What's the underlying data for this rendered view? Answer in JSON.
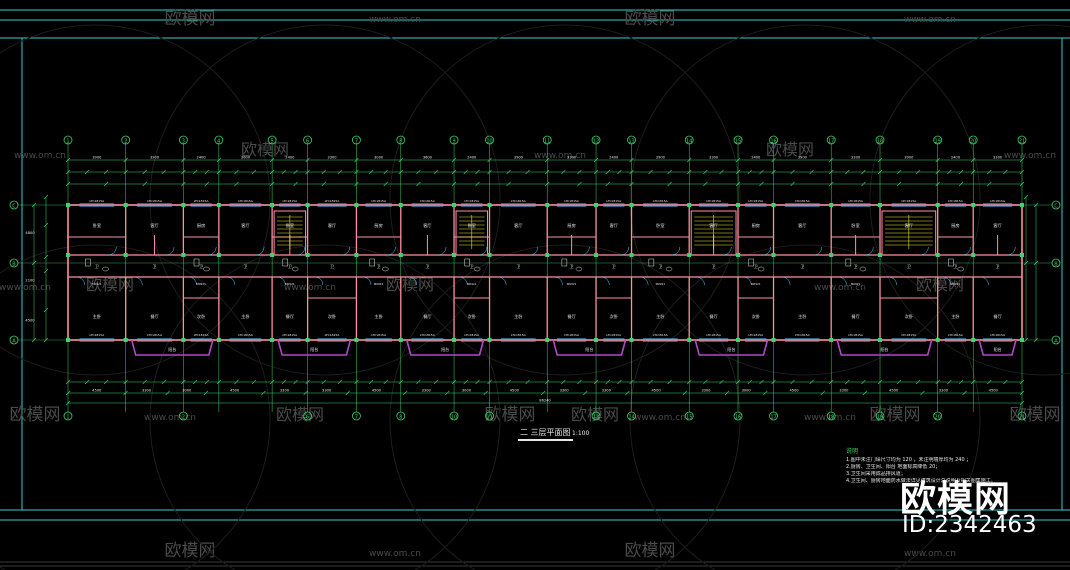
{
  "drawing": {
    "plan_title": "二 三层平面图",
    "plan_scale": "1:100",
    "total_length": "86240",
    "axis_top": [
      "1",
      "2",
      "3",
      "4",
      "5",
      "6",
      "7",
      "8",
      "9",
      "10",
      "11",
      "12",
      "13",
      "14",
      "15",
      "16",
      "17",
      "18",
      "19",
      "20",
      "21"
    ],
    "axis_bottom": [
      "1",
      "2",
      "6",
      "7",
      "8",
      "10",
      "11",
      "13",
      "14",
      "15",
      "16",
      "17",
      "18",
      "19",
      "20",
      "21"
    ],
    "row_axes": [
      "C",
      "B",
      "A"
    ],
    "row_dims_left": [
      "4800",
      "2100",
      "4500"
    ],
    "top_dims": [
      "3900",
      "3900",
      "2400",
      "3600",
      "2400",
      "3300",
      "3000",
      "3600",
      "2400",
      "3900",
      "3300",
      "2400",
      "3900",
      "3300",
      "2400",
      "3900",
      "3300",
      "3900",
      "2400",
      "3300"
    ],
    "bottom_dims": [
      "4500",
      "3300",
      "3000",
      "4500",
      "3300",
      "3300",
      "4500",
      "3300",
      "3000",
      "4500",
      "3300",
      "3300",
      "4500",
      "3300",
      "3000",
      "4500",
      "3300",
      "4500",
      "3300",
      "4500"
    ],
    "window_code": "LTC1815A",
    "door_code": "M0921",
    "room_labels": [
      "卧室",
      "客厅",
      "厨房",
      "卫",
      "主卧",
      "阳台",
      "餐厅",
      "次卧"
    ]
  },
  "notes": {
    "title": "说明",
    "lines": [
      "1.图中未注门垛尺寸均为  120 ，未注明墙厚均为  240 ；",
      "2.厨房、卫生间、阳台   地面标高降低   20；",
      "3.卫生间采用成品排风道；",
      "4.卫生间、厨房地面防水做法详见建筑设计总说明及相关图集施工。"
    ]
  },
  "watermark": {
    "brand": "欧模网",
    "url": "www.om.cn"
  },
  "badge": {
    "logo": "欧模网",
    "id": "ID:2342463"
  },
  "colors": {
    "background": "#000000",
    "wall": "#ff8fa0",
    "grid_axis": "#3cd56b",
    "dimension": "#3cd56b",
    "frame": "#2fd0d0",
    "balcony": "#b04ac8",
    "stair": "#e6e63a",
    "text": "#e8e8e8",
    "window": "#5ad0ff"
  }
}
